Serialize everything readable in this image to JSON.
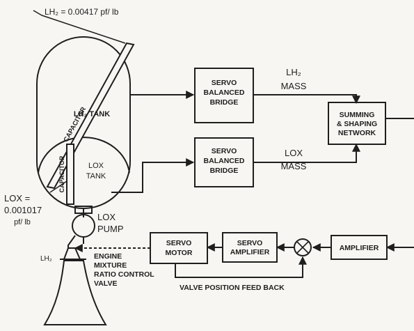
{
  "lh2_capacitance": "LH₂ = 0.00417 pf/ lb",
  "lox_capacitance": {
    "line1": "LOX =",
    "line2": "0.001017",
    "line3": "pf/ lb"
  },
  "tank": {
    "lh2_capacitor_label": "CAPACITOR",
    "lh2_tank_label": "LH₂ TANK",
    "lox_capacitor_label": "CAPACITOR",
    "lox_tank_label": {
      "line1": "LOX",
      "line2": "TANK"
    }
  },
  "lox_pump_label": {
    "line1": "LOX",
    "line2": "PUMP"
  },
  "engine": {
    "lh2_inlet_label": "LH₂",
    "valve_label": {
      "line1": "ENGINE",
      "line2": "MIXTURE",
      "line3": "RATIO CONTROL",
      "line4": "VALVE"
    }
  },
  "blocks": {
    "servo_bridge_top": {
      "line1": "SERVO",
      "line2": "BALANCED",
      "line3": "BRIDGE"
    },
    "servo_bridge_bottom": {
      "line1": "SERVO",
      "line2": "BALANCED",
      "line3": "BRIDGE"
    },
    "summing": {
      "line1": "SUMMING",
      "line2": "& SHAPING",
      "line3": "NETWORK"
    },
    "servo_motor": {
      "line1": "SERVO",
      "line2": "MOTOR"
    },
    "servo_amplifier": {
      "line1": "SERVO",
      "line2": "AMPLIFIER"
    },
    "amplifier": {
      "line1": "AMPLIFIER"
    }
  },
  "signals": {
    "lh2_mass": {
      "line1": "LH₂",
      "line2": "MASS"
    },
    "lox_mass": {
      "line1": "LOX",
      "line2": "MASS"
    },
    "feedback": "VALVE POSITION FEED BACK"
  },
  "colors": {
    "ink": "#1e1e1e",
    "paper": "#f7f6f2"
  }
}
